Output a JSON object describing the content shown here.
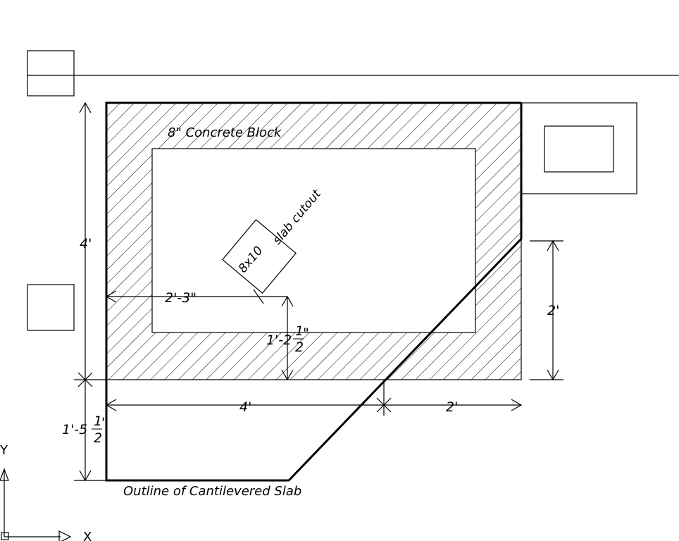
{
  "labels": {
    "concrete_block": "8\" Concrete Block",
    "slab_cutout": "slab cutout",
    "cutout_size": "8x10",
    "outline": "Outline of Cantilevered Slab"
  },
  "dimensions": {
    "left_height": "4'",
    "right_height": "2'",
    "horiz_inner": "2'-3\"",
    "vert_inner_main": "1'-2",
    "vert_inner_num": "1",
    "vert_inner_den": "2",
    "vert_inner_tail": "\"",
    "bottom_left_width": "4'",
    "bottom_right_width": "2'",
    "lower_left_main": "1'-5",
    "lower_left_num": "1",
    "lower_left_den": "2",
    "lower_left_tail": "'"
  },
  "axes": {
    "y": "Y",
    "x": "X"
  }
}
